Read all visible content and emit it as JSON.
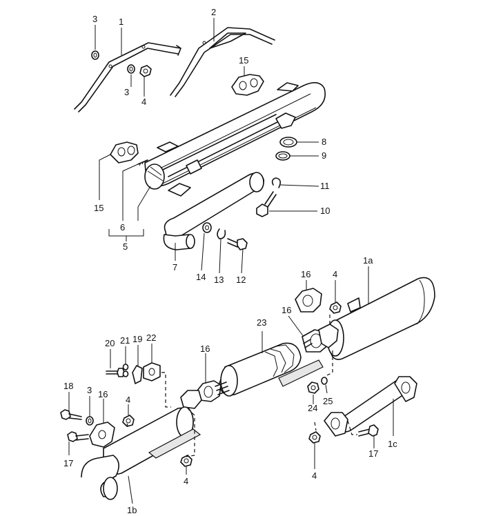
{
  "labels": {
    "l1": "1",
    "l2": "2",
    "l3a": "3",
    "l3b": "3",
    "l4a": "4",
    "l15a": "15",
    "l8": "8",
    "l9": "9",
    "l11": "11",
    "l10": "10",
    "l15b": "15",
    "l6": "6",
    "l5": "5",
    "l7": "7",
    "l14": "14",
    "l13": "13",
    "l12": "12",
    "l1a": "1a",
    "l16a": "16",
    "l4b": "4",
    "l16b": "16",
    "l23": "23",
    "l20": "20",
    "l21": "21",
    "l19": "19",
    "l22": "22",
    "l16c": "16",
    "l18": "18",
    "l3c": "3",
    "l16d": "16",
    "l4c": "4",
    "l17a": "17",
    "l24": "24",
    "l25": "25",
    "l1c": "1c",
    "l17b": "17",
    "l4d": "4",
    "l4e": "4",
    "l1b": "1b"
  }
}
